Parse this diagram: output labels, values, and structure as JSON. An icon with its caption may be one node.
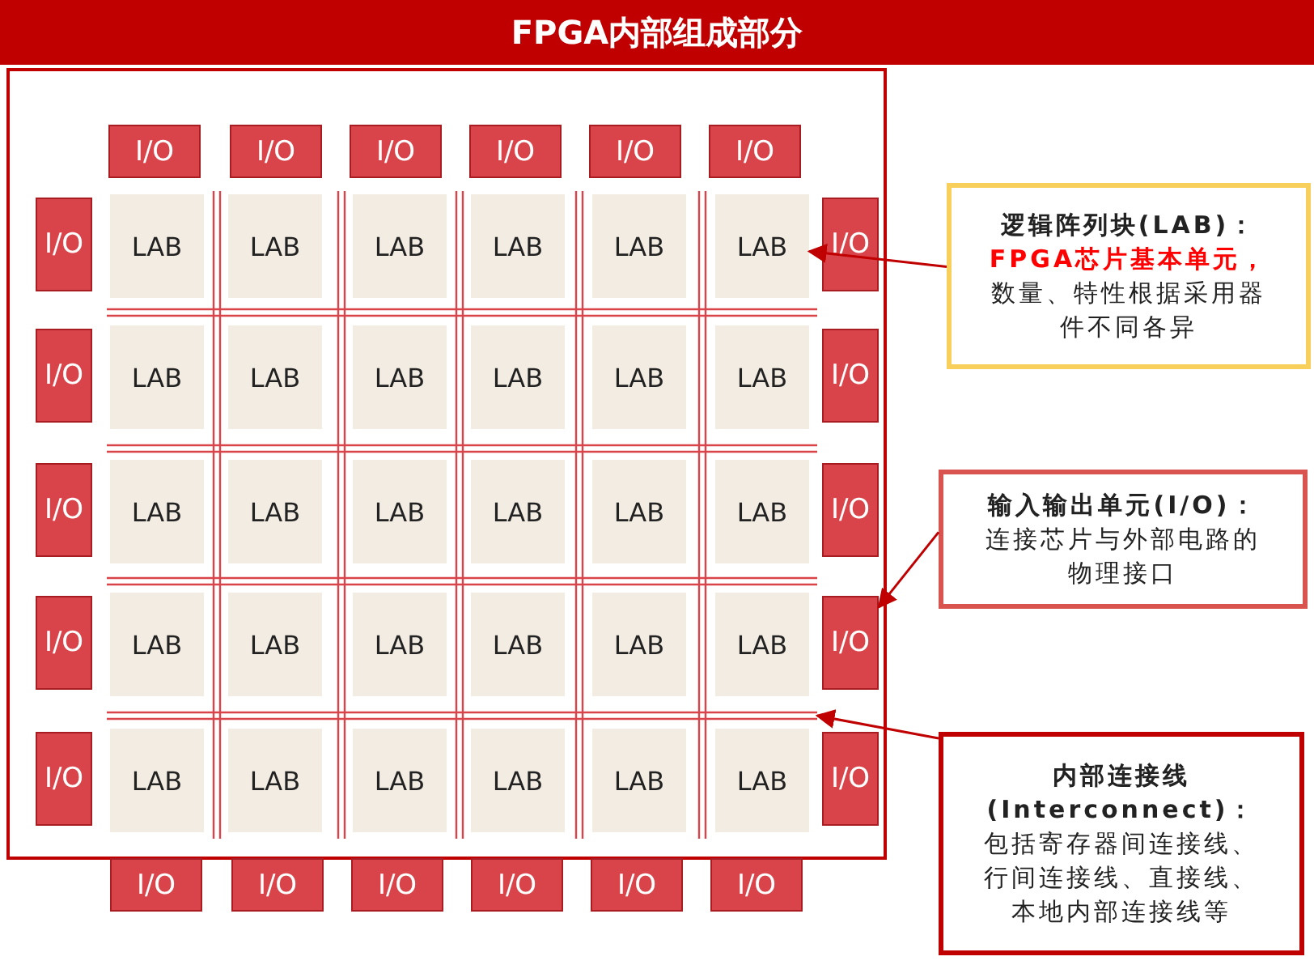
{
  "diagram": {
    "title": "FPGA内部组成部分",
    "nodes": [
      {
        "text": [],
        "shape": "box"
      },
      {
        "text": [
          "I/O"
        ],
        "in": 0
      },
      {
        "text": [
          "I/O"
        ],
        "in": 0
      },
      {
        "text": [
          "I/O"
        ],
        "in": 0
      },
      {
        "text": [
          "I/O"
        ],
        "in": 0
      },
      {
        "text": [
          "I/O"
        ],
        "in": 0
      },
      {
        "text": [
          "I/O"
        ],
        "in": 0
      },
      {
        "text": [
          "I/O"
        ],
        "in": 0
      },
      {
        "text": [
          "LAB"
        ],
        "in": 0
      },
      {
        "text": [
          "LAB"
        ],
        "in": 0
      },
      {
        "text": [
          "LAB"
        ],
        "in": 0
      },
      {
        "text": [
          "LAB"
        ],
        "in": 0
      },
      {
        "text": [
          "LAB"
        ],
        "in": 0
      },
      {
        "text": [
          "LAB"
        ],
        "in": 0
      },
      {
        "text": [
          "I/O"
        ],
        "in": 0
      },
      {
        "text": [
          "I/O"
        ],
        "in": 0
      },
      {
        "text": [
          "LAB"
        ],
        "in": 0
      },
      {
        "text": [
          "LAB"
        ],
        "in": 0
      },
      {
        "text": [
          "LAB"
        ],
        "in": 0
      },
      {
        "text": [
          "LAB"
        ],
        "in": 0
      },
      {
        "text": [
          "LAB"
        ],
        "in": 0
      },
      {
        "text": [
          "LAB"
        ],
        "in": 0
      },
      {
        "text": [
          "I/O"
        ],
        "in": 0
      },
      {
        "text": [
          "I/O"
        ],
        "in": 0
      },
      {
        "text": [
          "LAB"
        ],
        "in": 0
      },
      {
        "text": [
          "LAB"
        ],
        "in": 0
      },
      {
        "text": [
          "LAB"
        ],
        "in": 0
      },
      {
        "text": [
          "LAB"
        ],
        "in": 0
      },
      {
        "text": [
          "LAB"
        ],
        "in": 0
      },
      {
        "text": [
          "LAB"
        ],
        "in": 0
      },
      {
        "text": [
          "I/O"
        ],
        "in": 0
      },
      {
        "text": [
          "I/O"
        ],
        "in": 0
      },
      {
        "text": [
          "LAB"
        ],
        "in": 0
      },
      {
        "text": [
          "LAB"
        ],
        "in": 0
      },
      {
        "text": [
          "LAB"
        ],
        "in": 0
      },
      {
        "text": [
          "LAB"
        ],
        "in": 0
      },
      {
        "text": [
          "LAB"
        ],
        "in": 0
      },
      {
        "text": [
          "LAB"
        ],
        "in": 0
      },
      {
        "text": [
          "I/O"
        ],
        "in": 0
      },
      {
        "text": [
          "I/O"
        ],
        "in": 0
      },
      {
        "text": [
          "LAB"
        ],
        "in": 0
      },
      {
        "text": [
          "LAB"
        ],
        "in": 0
      },
      {
        "text": [
          "LAB"
        ],
        "in": 0
      },
      {
        "text": [
          "LAB"
        ],
        "in": 0
      },
      {
        "text": [
          "LAB"
        ],
        "in": 0
      },
      {
        "text": [
          "LAB"
        ],
        "in": 0
      },
      {
        "text": [
          "I/O"
        ],
        "in": 0
      },
      {
        "text": [
          "I/O"
        ]
      },
      {
        "text": [
          "I/O"
        ]
      },
      {
        "text": [
          "I/O"
        ]
      },
      {
        "text": [
          "I/O"
        ]
      },
      {
        "text": [
          "I/O"
        ]
      },
      {
        "text": [
          "I/O"
        ]
      },
      {
        "text": [
          "逻辑阵列块(LAB)：",
          "FPGA芯片基本单元，",
          "数量、特性根据采用器件不同各异"
        ]
      },
      {
        "text": [
          "输入输出单元(I/O)：",
          "连接芯片与外部电路的物理接口"
        ]
      },
      {
        "text": [
          "内部连接线 (Interconnect)：",
          "包括寄存器间连接线、行间连接线、直接线、本地内部连接线等"
        ]
      },
      {
        "text": [],
        "shape": "grid",
        "in": 0
      }
    ],
    "edges": [
      {
        "from": 53,
        "to": 13,
        "arrow": "to"
      },
      {
        "from": 54,
        "to": 38,
        "arrow": "to"
      },
      {
        "from": 55,
        "to": 56,
        "arrow": "to"
      }
    ]
  }
}
